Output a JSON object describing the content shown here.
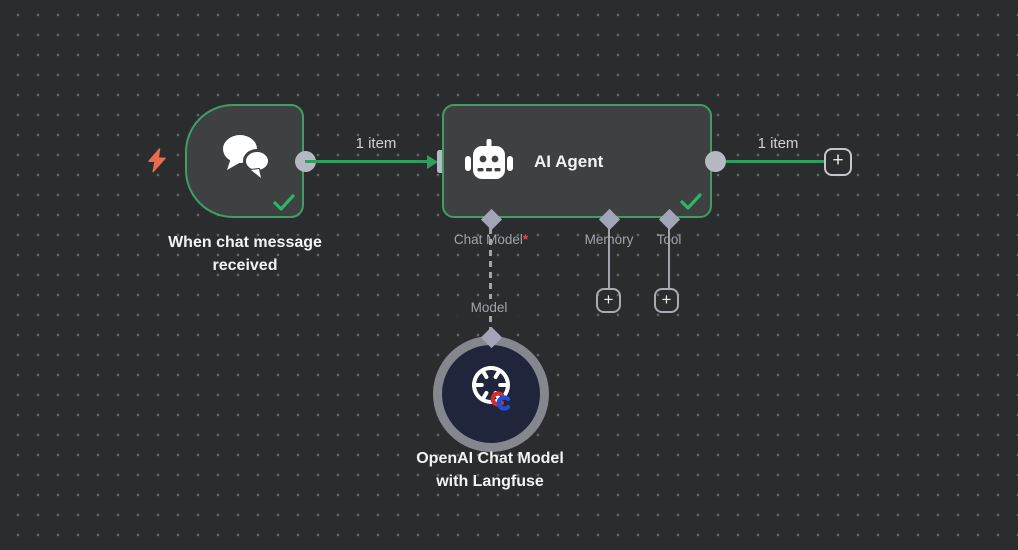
{
  "colors": {
    "canvas_bg": "#2b2c2e",
    "node_bg": "#3f4042",
    "node_border_green": "#3f9e68",
    "connection_green": "#2f9e5f",
    "check_green": "#2fb566",
    "connector_gray": "#b5b9c1",
    "diamond_gray": "#a2a5b7",
    "port_label": "#a1a4ad",
    "item_label": "#ced0d4",
    "node_label": "#f2f3f4",
    "required_asterisk": "#e5484d",
    "bolt_orange": "#ea6a4e",
    "model_node_bg": "#20253c",
    "model_node_ring": "#85878f"
  },
  "nodes": {
    "chat_trigger": {
      "label_line1": "When chat message",
      "label_line2": "received",
      "icon": "chat-bubbles-icon",
      "trigger_icon": "lightning-bolt-icon",
      "status": "success"
    },
    "ai_agent": {
      "title": "AI Agent",
      "icon": "robot-icon",
      "status": "success",
      "ports": {
        "chat_model": {
          "label": "Chat Model",
          "required_marker": "*"
        },
        "memory": {
          "label": "Memory"
        },
        "tool": {
          "label": "Tool"
        }
      }
    },
    "openai_model": {
      "label_line1": "OpenAI Chat Model",
      "label_line2": "with Langfuse",
      "port_label": "Model",
      "icon": "openai-logo-icon"
    }
  },
  "connections": {
    "trigger_to_agent_label": "1 item",
    "agent_output_label": "1 item"
  },
  "buttons": {
    "add_next_node": "+",
    "add_memory": "+",
    "add_tool": "+"
  }
}
